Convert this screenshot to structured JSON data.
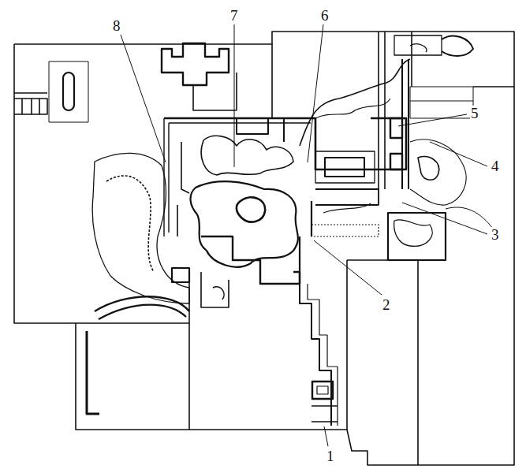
{
  "diagram": {
    "labels": [
      "8",
      "7",
      "6",
      "5",
      "4",
      "3",
      "2",
      "1"
    ]
  }
}
